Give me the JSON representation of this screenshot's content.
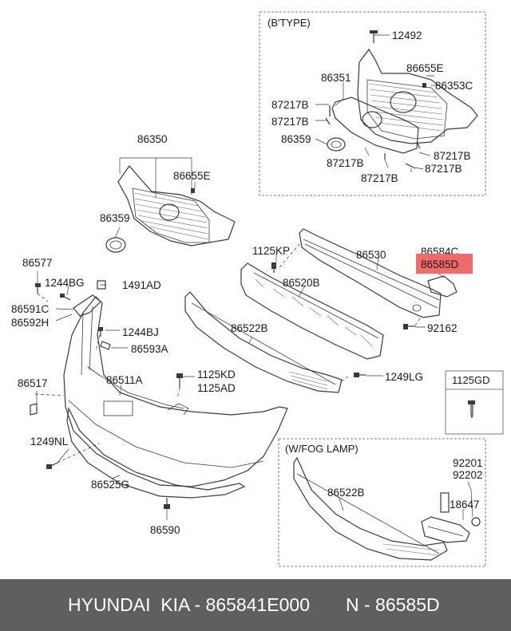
{
  "boxes": {
    "b_type": "(B'TYPE)",
    "fog_lamp": "(W/FOG LAMP)",
    "fastener": "1125GD"
  },
  "labels": {
    "p12492": "12492",
    "p86655E_top": "86655E",
    "p86351": "86351",
    "p86353C": "86353C",
    "p87217B_1": "87217B",
    "p87217B_2": "87217B",
    "p86359_top": "86359",
    "p87217B_3": "87217B",
    "p87217B_4": "87217B",
    "p87217B_5": "87217B",
    "p87217B_6": "87217B",
    "p86350": "86350",
    "p86655E": "86655E",
    "p86359": "86359",
    "p86577": "86577",
    "p1244BG": "1244BG",
    "p1491AD": "1491AD",
    "p86591C": "86591C",
    "p86592H": "86592H",
    "p1244BJ": "1244BJ",
    "p86593A": "86593A",
    "p1125KP": "1125KP",
    "p86530": "86530",
    "p86584C": "86584C",
    "p86585D": "86585D",
    "p86520B": "86520B",
    "p92162": "92162",
    "p86522B": "86522B",
    "p86517": "86517",
    "p86511A": "86511A",
    "p1125KD": "1125KD",
    "p1125AD": "1125AD",
    "p1249LG": "1249LG",
    "p1249NL": "1249NL",
    "p86525G": "86525G",
    "p86590": "86590",
    "p86522B_fog": "86522B",
    "p92201": "92201",
    "p92202": "92202",
    "p18647": "18647"
  },
  "highlight": {
    "label": "86585D",
    "color": "#ee6b6b"
  },
  "footer": {
    "brand": "HYUNDAI  KIA - 865841E000",
    "part": "N - 86585D",
    "background": "#5f5f5f"
  }
}
